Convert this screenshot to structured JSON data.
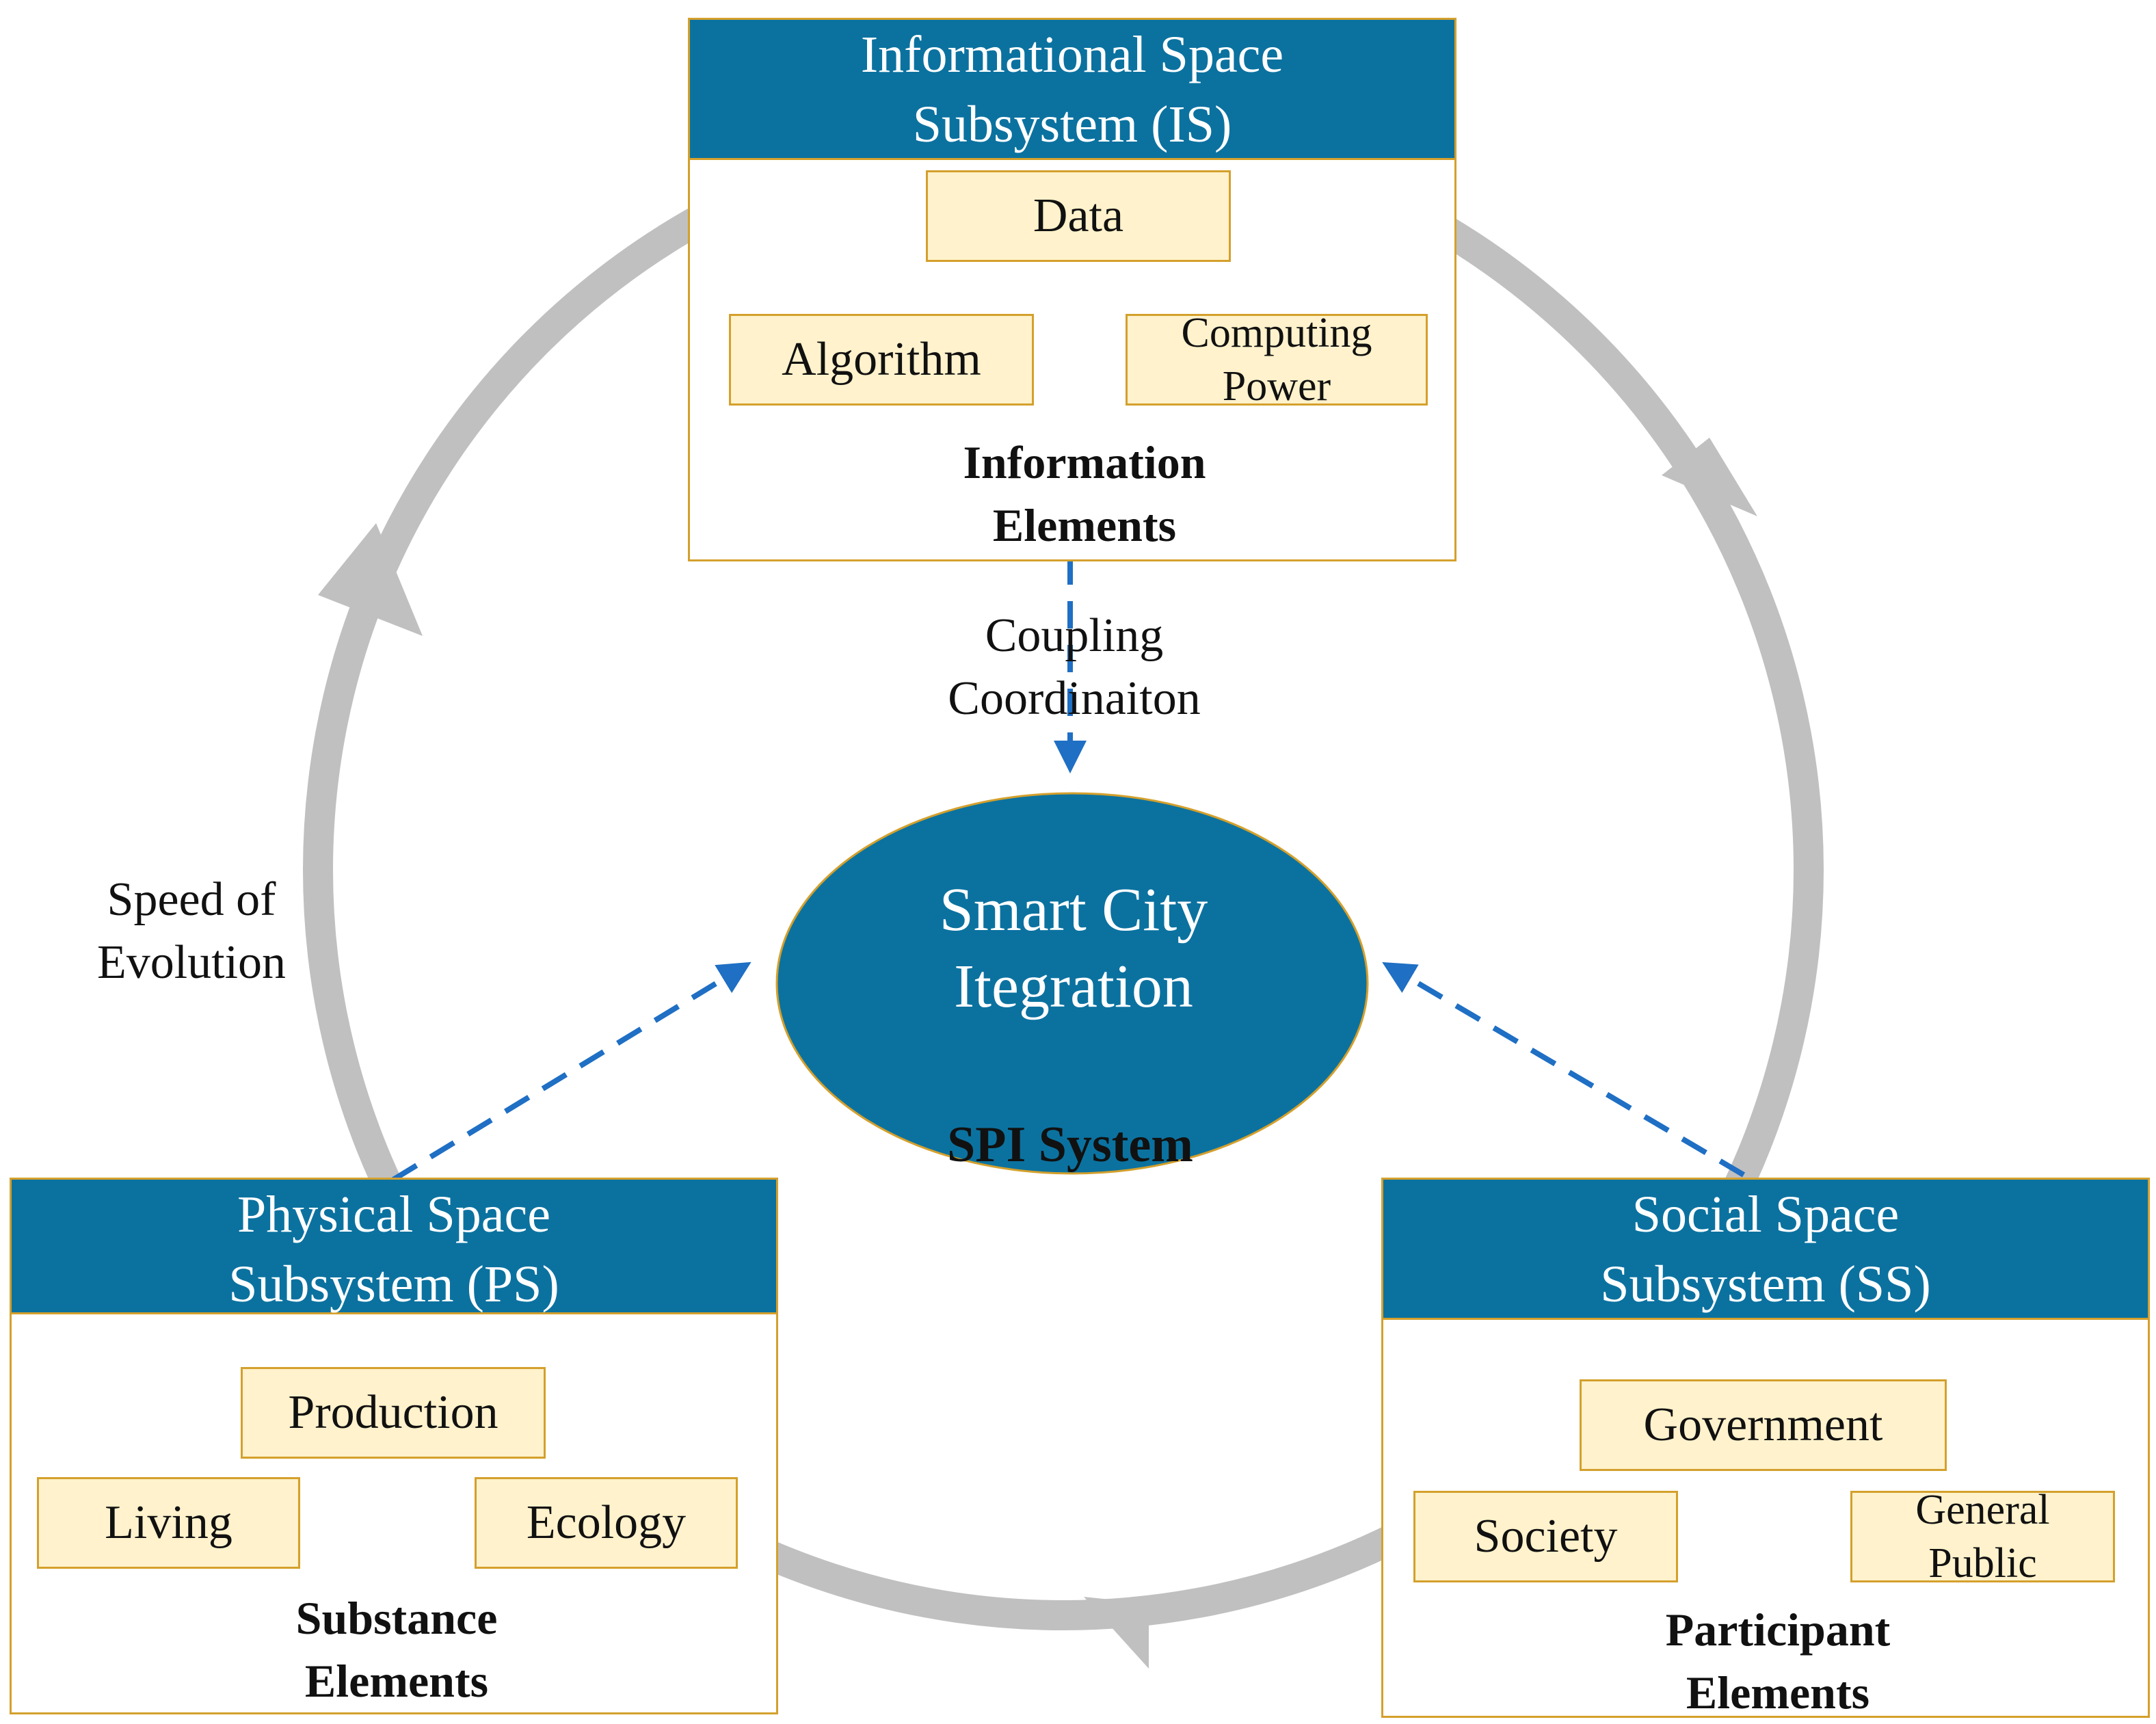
{
  "colors": {
    "header_fill": "#0B72A0",
    "element_fill": "#FFF2CC",
    "border": "#D4A02C",
    "arrow_blue": "#1F6FC4",
    "cycle_gray": "#C0C0C0"
  },
  "informational": {
    "header_line1": "Informational Space",
    "header_line2": "Subsystem (IS)",
    "elements": [
      "Data",
      "Algorithm",
      "Computing",
      "Power"
    ],
    "caption_line1": "Information",
    "caption_line2": "Elements"
  },
  "physical": {
    "header_line1": "Physical Space",
    "header_line2": "Subsystem (PS)",
    "elements": [
      "Production",
      "Living",
      "Ecology"
    ],
    "caption_line1": "Substance",
    "caption_line2": "Elements"
  },
  "social": {
    "header_line1": "Social Space",
    "header_line2": "Subsystem (SS)",
    "elements": [
      "Government",
      "Society",
      "General",
      "Public"
    ],
    "caption_line1": "Participant",
    "caption_line2": "Elements"
  },
  "center": {
    "line1": "Smart City",
    "line2": "Itegration",
    "system_label": "SPI  System"
  },
  "coupling": {
    "line1": "Coupling",
    "line2": "Coordinaiton"
  },
  "speed": {
    "line1": "Speed of",
    "line2": "Evolution"
  }
}
